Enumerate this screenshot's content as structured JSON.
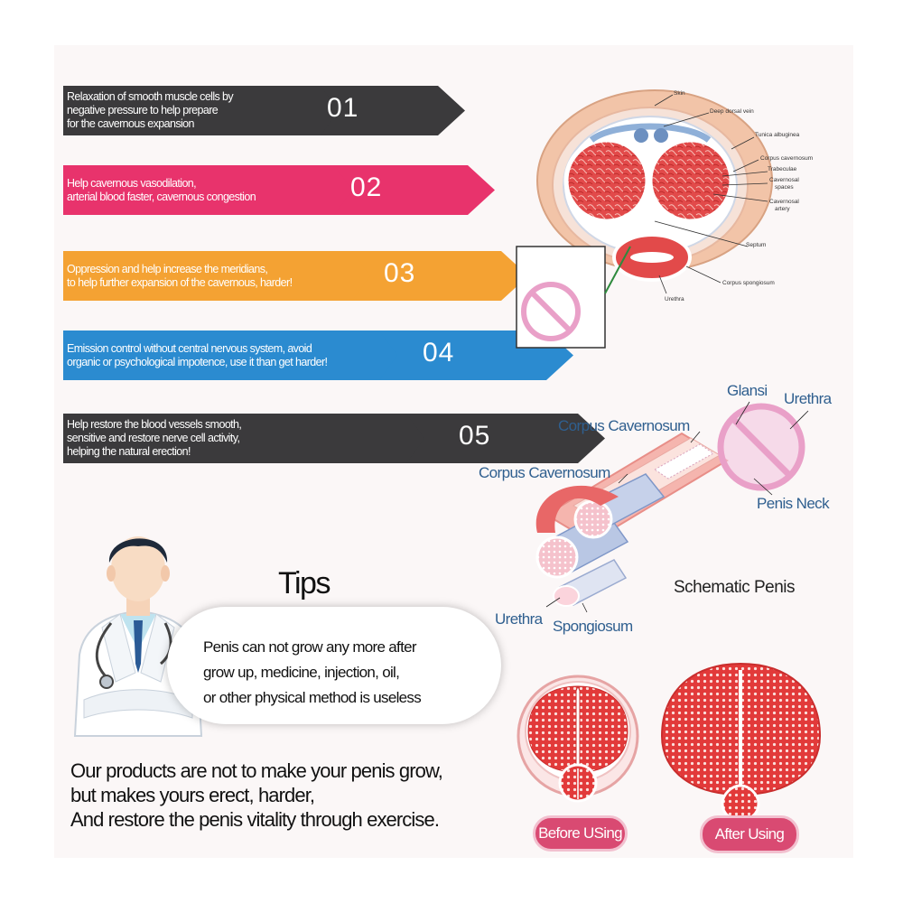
{
  "banners": [
    {
      "text_lines": [
        "Relaxation of smooth muscle cells by",
        "negative pressure to help prepare",
        "for the cavernous expansion"
      ],
      "number": "01",
      "color": "#3b3a3c"
    },
    {
      "text_lines": [
        "Help cavernous vasodilation,",
        "arterial blood faster, cavernous congestion"
      ],
      "number": "02",
      "color": "#e8336c"
    },
    {
      "text_lines": [
        "Oppression and help increase the meridians,",
        "to help further expansion of the cavernous, harder!"
      ],
      "number": "03",
      "color": "#f4a233"
    },
    {
      "text_lines": [
        "Emission control without central nervous system, avoid",
        "organic or psychological impotence, use it than get harder!"
      ],
      "number": "04",
      "color": "#2b8bd0"
    },
    {
      "text_lines": [
        "Help restore the blood vessels smooth,",
        "sensitive and restore nerve cell activity,",
        "helping the natural erection!"
      ],
      "number": "05",
      "color": "#3b3a3c"
    }
  ],
  "cross_section_labels": {
    "skin": "Skin",
    "deep_dorsal_vein": "Deep dorsal vein",
    "tunica_albuginea": "Tunica albuginea",
    "corpus_cavernosum": "Corpus cavernosum",
    "trabeculae": "Trabeculae",
    "cavernosal_spaces_1": "Cavernosal",
    "cavernosal_spaces_2": "spaces",
    "cavernosal_artery_1": "Cavernosal",
    "cavernosal_artery_2": "artery",
    "septum": "Septum",
    "corpus_spongiosum": "Corpus spongiosum",
    "urethra": "Urethra"
  },
  "schematic_labels": {
    "glansi": "Glansi",
    "urethra_top": "Urethra",
    "corpus_cavernosum_1": "Corpus Cavernosum",
    "corpus_cavernosum_2": "Corpus Cavernosum",
    "penis_neck": "Penis Neck",
    "schematic_penis": "Schematic Penis",
    "urethra_bottom": "Urethra",
    "spongiosum": "Spongiosum"
  },
  "tips": {
    "title": "Tips",
    "lines": [
      "Penis can not grow any more after",
      "grow up,  medicine, injection, oil,",
      "or other physical method is useless"
    ]
  },
  "bottom_lines": [
    "Our products are not to make your penis grow,",
    " but makes yours erect, harder,",
    "And restore the penis vitality through exercise."
  ],
  "before_label": "Before USing",
  "after_label": "After Using",
  "colors": {
    "tissue_red": "#e23a3a",
    "tissue_pink": "#f4b7b0",
    "blue_label": "#2f5f8f",
    "pill": "#d94a72",
    "prohibit_pink": "#e9a0c8"
  }
}
